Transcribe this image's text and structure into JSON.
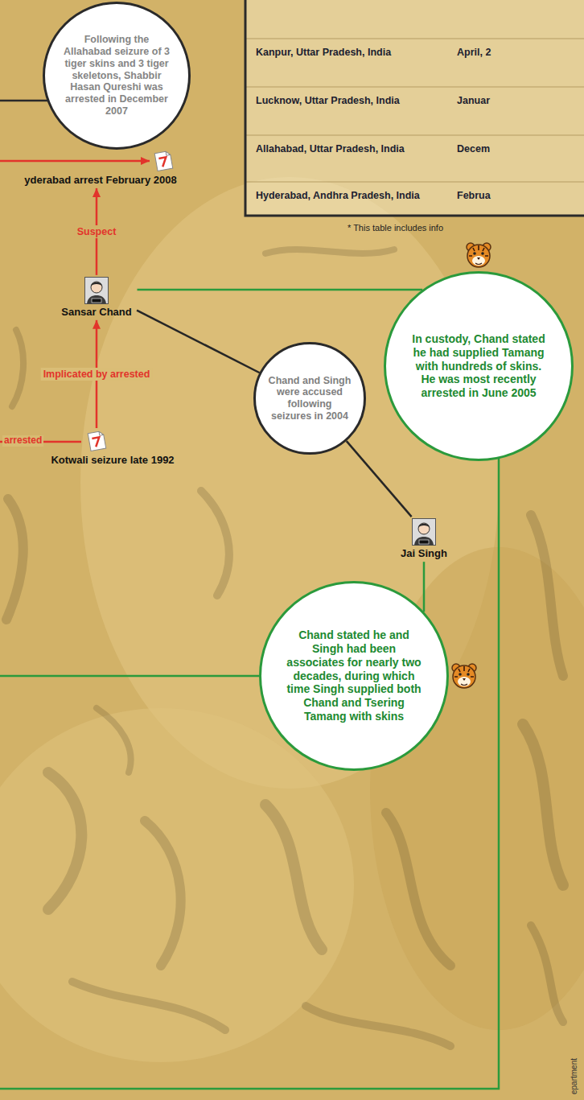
{
  "diagram": {
    "nodes": [
      {
        "text": [
          "Following the Allahabad seizure of 3 tiger skins and 3 tiger skeletons, Shabbir Hasan Qureshi was arrested in December 2007"
        ]
      },
      {
        "text": [
          "yderabad arrest February 2008"
        ]
      },
      {
        "text": [
          "Sansar Chand"
        ]
      },
      {
        "text": [
          "Chand and Singh were accused following seizures in 2004"
        ]
      },
      {
        "text": [
          "In custody, Chand stated he had supplied Tamang with hundreds of skins. He was most recently arrested in June 2005"
        ]
      },
      {
        "text": [
          "Kotwali seizure late 1992"
        ]
      },
      {
        "text": [
          "Jai Singh"
        ]
      },
      {
        "text": [
          "Chand stated he and Singh had been associates for nearly two decades, during which time Singh supplied both Chand and Tsering Tamang with skins"
        ]
      }
    ],
    "edges": [
      {
        "from": 2,
        "to": 1,
        "arrow": "to",
        "label": "Suspect"
      },
      {
        "from": 5,
        "to": 2,
        "arrow": "to",
        "label": "Implicated by arrested"
      },
      {
        "from": 2,
        "to": 3,
        "arrow": "none"
      },
      {
        "from": 3,
        "to": 6,
        "arrow": "none"
      },
      {
        "from": 2,
        "to": 4,
        "arrow": "none"
      },
      {
        "from": 6,
        "to": 7,
        "arrow": "none"
      }
    ],
    "labels": [
      "Kanpur, Uttar Pradesh, India",
      "April, 2",
      "Lucknow, Uttar Pradesh, India",
      "Januar",
      "Allahabad, Uttar Pradesh, India",
      "Decem",
      "Hyderabad, Andhra Pradesh, India",
      "Februa",
      "* This table includes info",
      "arrested",
      "epartment"
    ]
  }
}
